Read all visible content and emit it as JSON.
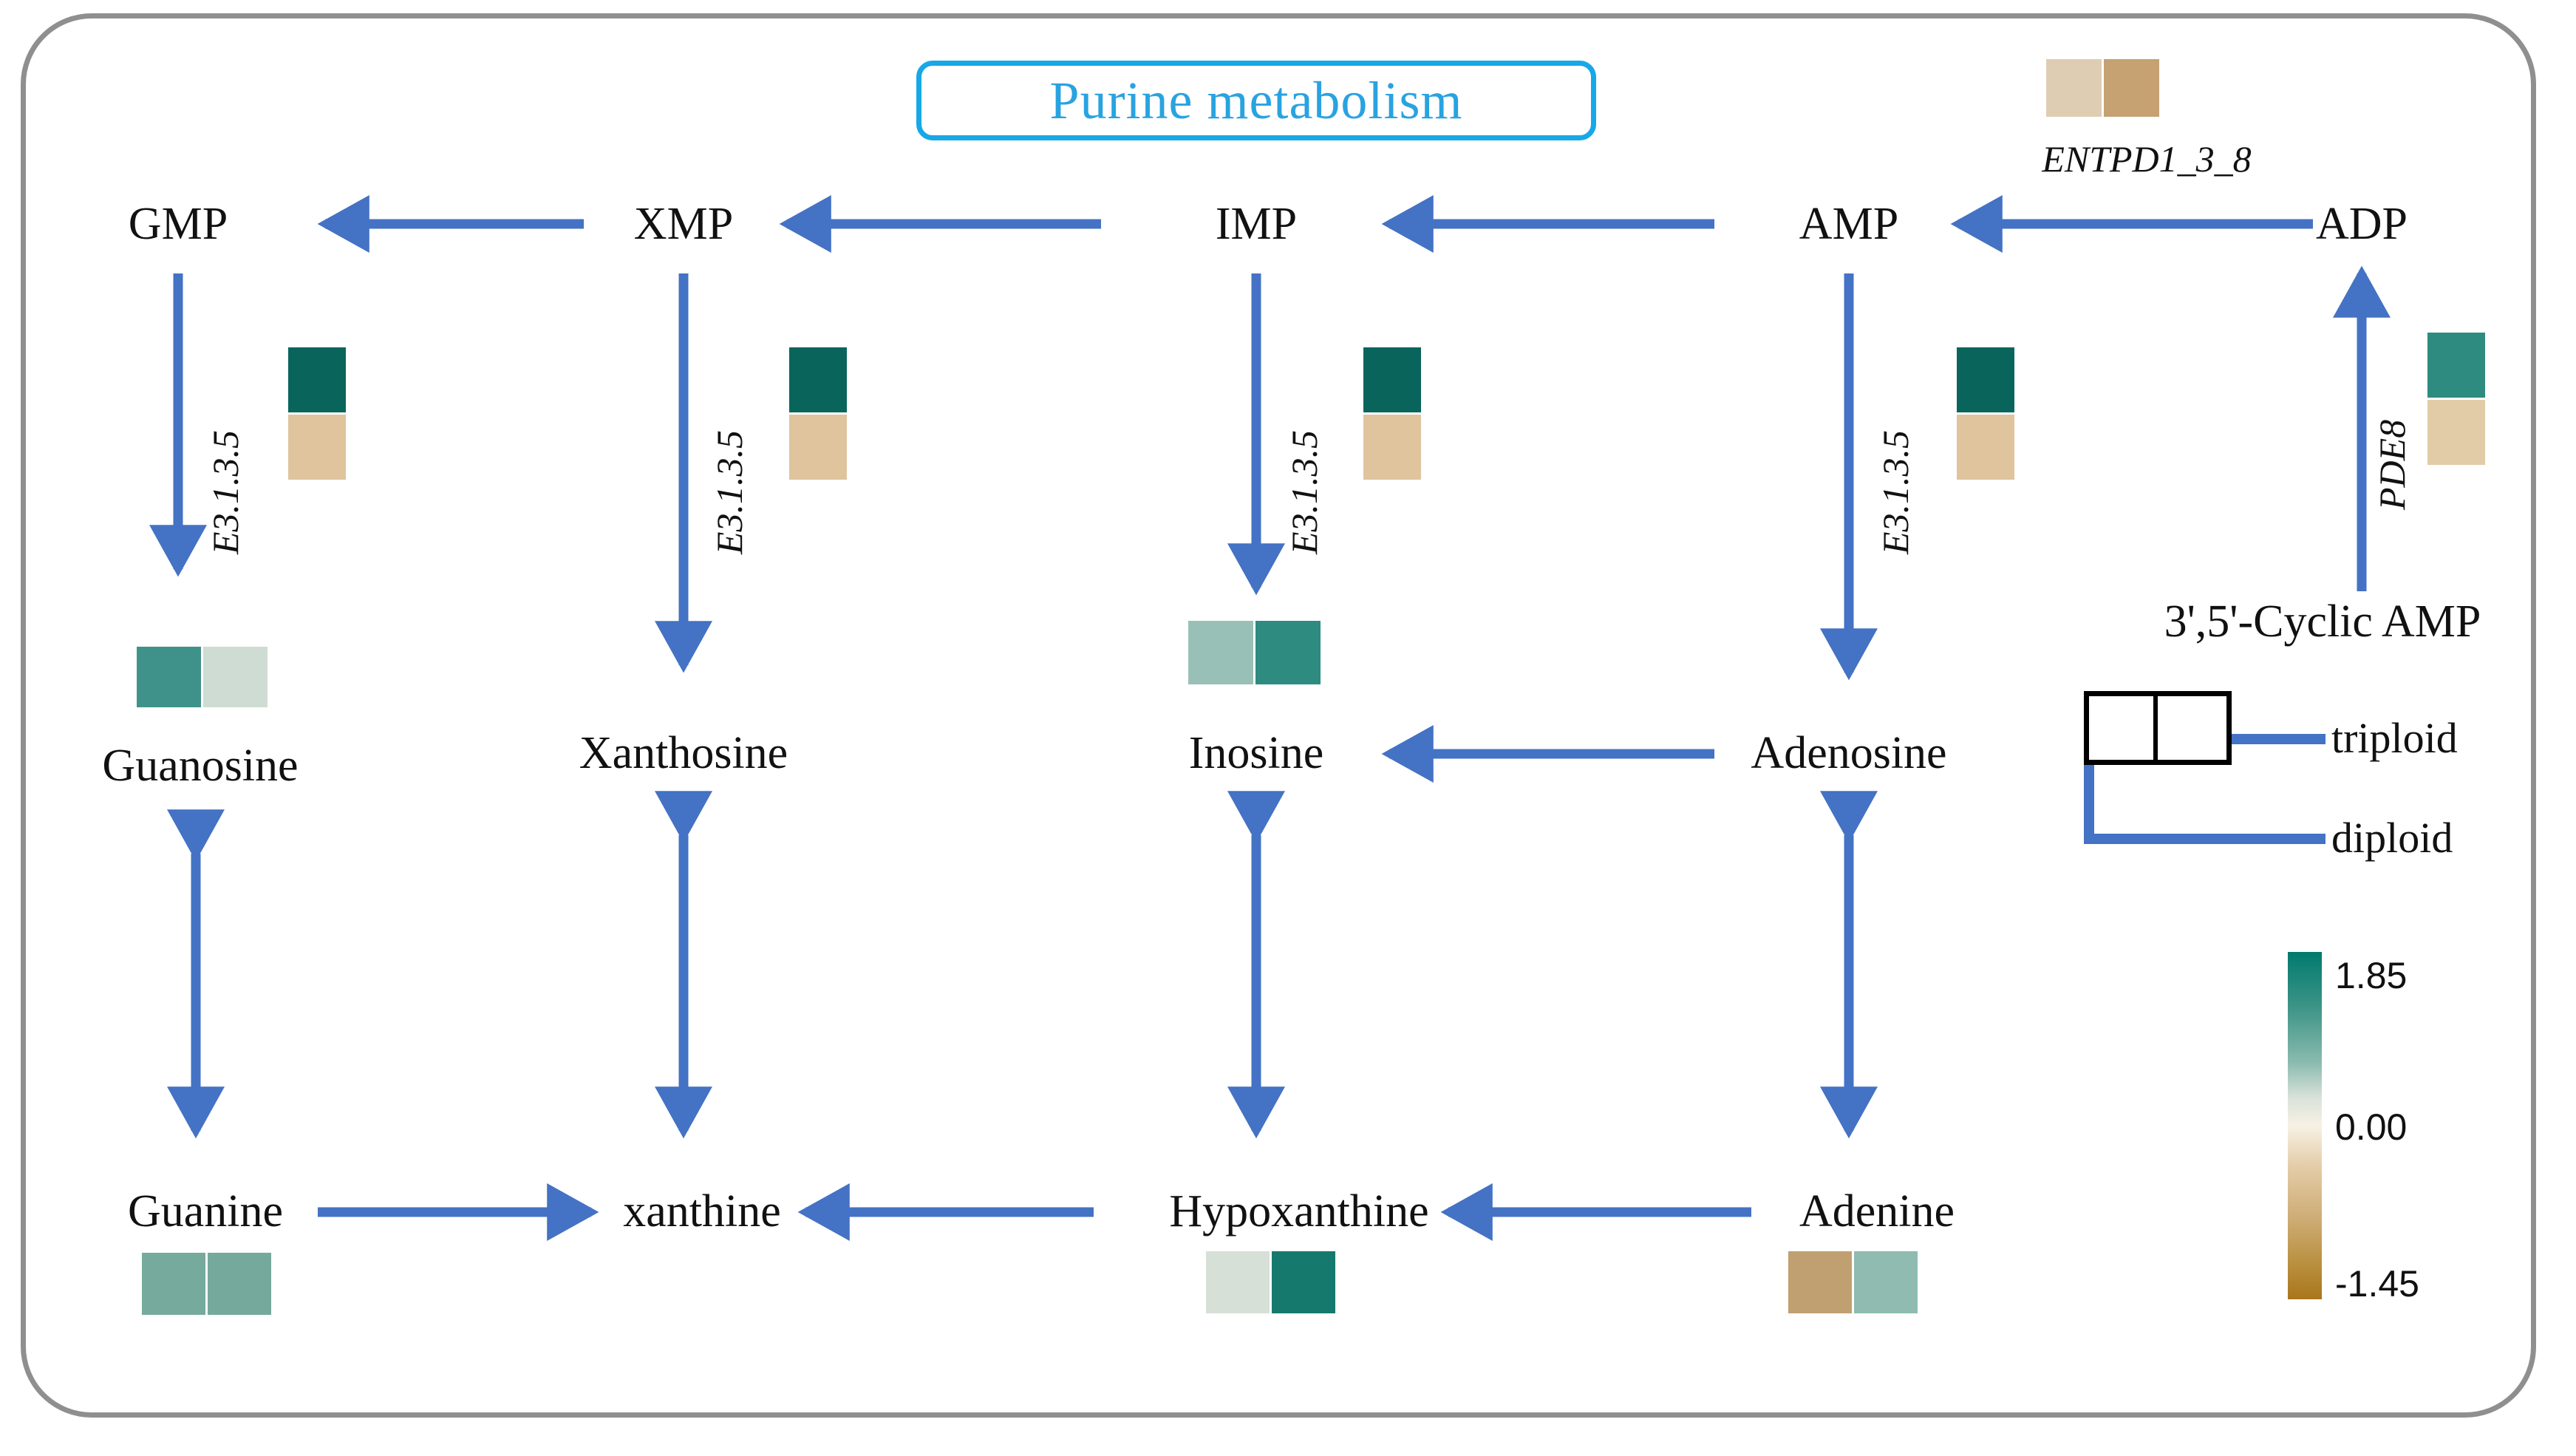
{
  "title": "Purine metabolism",
  "colors": {
    "frame_border": "#8f8f8f",
    "title_border": "#17a8e8",
    "title_text": "#29a3e0",
    "arrow": "#4472c4",
    "legend_connector": "#4472c4",
    "scale_high": "#017a6e",
    "scale_mid": "#f5efe2",
    "scale_low": "#b07d20"
  },
  "nodes": {
    "gmp": "GMP",
    "xmp": "XMP",
    "imp": "IMP",
    "amp": "AMP",
    "adp": "ADP",
    "guanosine": "Guanosine",
    "xanthosine": "Xanthosine",
    "inosine": "Inosine",
    "adenosine": "Adenosine",
    "camp": "3',5'-Cyclic AMP",
    "guanine": "Guanine",
    "xanthine": "xanthine",
    "hypoxanthine": "Hypoxanthine",
    "adenine": "Adenine"
  },
  "enzymes": {
    "entpd": "ENTPD1_3_8",
    "e_gmp": "E3.1.3.5",
    "e_xmp": "E3.1.3.5",
    "e_imp": "E3.1.3.5",
    "e_amp": "E3.1.3.5",
    "pde8": "PDE8"
  },
  "legend": {
    "triploid": "triploid",
    "diploid": "diploid"
  },
  "colorbar": {
    "max_label": "1.85",
    "mid_label": "0.00",
    "min_label": "-1.45"
  },
  "chart_data": {
    "type": "heatmap",
    "title": "Purine metabolism",
    "description": "KEGG purine metabolism pathway map with two-cell heatmap tiles per node showing standardized abundance in diploid and triploid samples.",
    "colorscale": {
      "high": 1.85,
      "mid": 0.0,
      "low": -1.45,
      "high_color": "#017a6e",
      "mid_color": "#f5efe2",
      "low_color": "#b07d20"
    },
    "groups": [
      "diploid",
      "triploid"
    ],
    "tiles": [
      {
        "id": "entpd",
        "label": "ENTPD1_3_8",
        "kind": "enzyme",
        "orientation": "horizontal",
        "cells": [
          {
            "group": "diploid",
            "color": "#decdb2"
          },
          {
            "group": "triploid",
            "color": "#c6a272"
          }
        ]
      },
      {
        "id": "e_gmp",
        "label": "E3.1.3.5",
        "kind": "enzyme",
        "orientation": "vertical",
        "cells": [
          {
            "group": "triploid",
            "color": "#09655c"
          },
          {
            "group": "diploid",
            "color": "#dfc49d"
          }
        ]
      },
      {
        "id": "e_xmp",
        "label": "E3.1.3.5",
        "kind": "enzyme",
        "orientation": "vertical",
        "cells": [
          {
            "group": "triploid",
            "color": "#09655c"
          },
          {
            "group": "diploid",
            "color": "#dfc49d"
          }
        ]
      },
      {
        "id": "e_imp",
        "label": "E3.1.3.5",
        "kind": "enzyme",
        "orientation": "vertical",
        "cells": [
          {
            "group": "triploid",
            "color": "#09655c"
          },
          {
            "group": "diploid",
            "color": "#dfc49d"
          }
        ]
      },
      {
        "id": "e_amp",
        "label": "E3.1.3.5",
        "kind": "enzyme",
        "orientation": "vertical",
        "cells": [
          {
            "group": "triploid",
            "color": "#09655c"
          },
          {
            "group": "diploid",
            "color": "#dfc49d"
          }
        ]
      },
      {
        "id": "pde8",
        "label": "PDE8",
        "kind": "enzyme",
        "orientation": "vertical",
        "cells": [
          {
            "group": "triploid",
            "color": "#2d8b7f"
          },
          {
            "group": "diploid",
            "color": "#e2cba7"
          }
        ]
      },
      {
        "id": "guanosine",
        "label": "Guanosine",
        "kind": "metabolite",
        "orientation": "horizontal",
        "cells": [
          {
            "group": "diploid",
            "color": "#3f9289"
          },
          {
            "group": "triploid",
            "color": "#cfdcd3"
          }
        ]
      },
      {
        "id": "inosine",
        "label": "Inosine",
        "kind": "metabolite",
        "orientation": "horizontal",
        "cells": [
          {
            "group": "diploid",
            "color": "#99c0b6"
          },
          {
            "group": "triploid",
            "color": "#2d8b7f"
          }
        ]
      },
      {
        "id": "guanine",
        "label": "Guanine",
        "kind": "metabolite",
        "orientation": "horizontal",
        "cells": [
          {
            "group": "diploid",
            "color": "#75aa9c"
          },
          {
            "group": "triploid",
            "color": "#74a99b"
          }
        ]
      },
      {
        "id": "hypoxanthine",
        "label": "Hypoxanthine",
        "kind": "metabolite",
        "orientation": "horizontal",
        "cells": [
          {
            "group": "diploid",
            "color": "#d6e0d6"
          },
          {
            "group": "triploid",
            "color": "#15796e"
          }
        ]
      },
      {
        "id": "adenine",
        "label": "Adenine",
        "kind": "metabolite",
        "orientation": "horizontal",
        "cells": [
          {
            "group": "diploid",
            "color": "#c0a071"
          },
          {
            "group": "triploid",
            "color": "#8fbbb0"
          }
        ]
      }
    ],
    "edges": [
      {
        "from": "XMP",
        "to": "GMP",
        "style": "single"
      },
      {
        "from": "IMP",
        "to": "XMP",
        "style": "single"
      },
      {
        "from": "AMP",
        "to": "IMP",
        "style": "single"
      },
      {
        "from": "ADP",
        "to": "AMP",
        "style": "single"
      },
      {
        "from": "GMP",
        "to": "Guanosine",
        "style": "single"
      },
      {
        "from": "XMP",
        "to": "Xanthosine",
        "style": "single"
      },
      {
        "from": "IMP",
        "to": "Inosine",
        "style": "single"
      },
      {
        "from": "AMP",
        "to": "Adenosine",
        "style": "single"
      },
      {
        "from": "3',5'-Cyclic AMP",
        "to": "ADP",
        "style": "single"
      },
      {
        "from": "Adenosine",
        "to": "Inosine",
        "style": "single"
      },
      {
        "from": "Guanosine",
        "to": "Guanine",
        "style": "double"
      },
      {
        "from": "Xanthosine",
        "to": "xanthine",
        "style": "double"
      },
      {
        "from": "Inosine",
        "to": "Hypoxanthine",
        "style": "double"
      },
      {
        "from": "Adenosine",
        "to": "Adenine",
        "style": "double"
      },
      {
        "from": "Guanine",
        "to": "xanthine",
        "style": "single"
      },
      {
        "from": "Hypoxanthine",
        "to": "xanthine",
        "style": "single"
      },
      {
        "from": "Adenine",
        "to": "Hypoxanthine",
        "style": "single"
      }
    ]
  }
}
